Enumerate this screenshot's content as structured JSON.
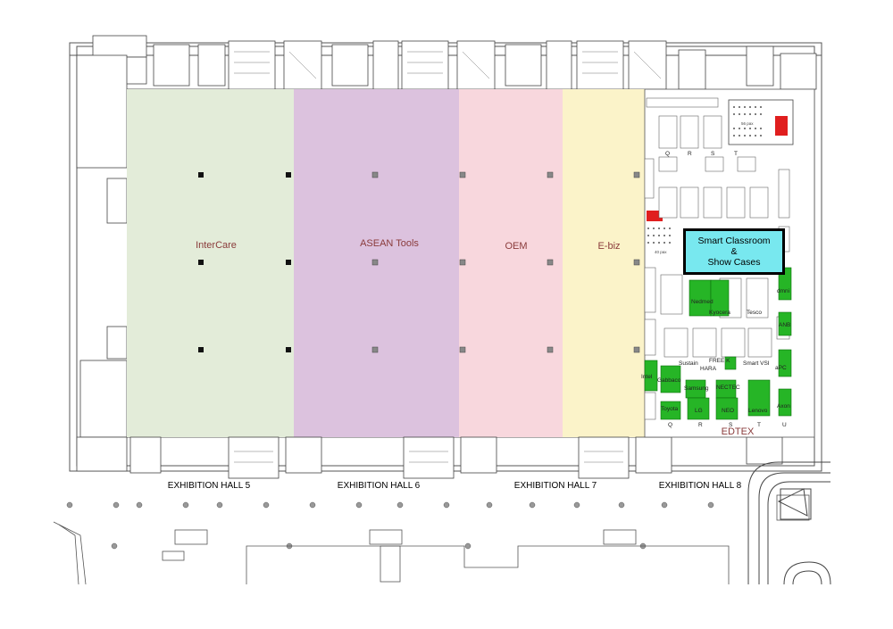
{
  "halls": [
    {
      "label": "EXHIBITION HALL 5"
    },
    {
      "label": "EXHIBITION HALL 6"
    },
    {
      "label": "EXHIBITION HALL 7"
    },
    {
      "label": "EXHIBITION HALL 8"
    }
  ],
  "zones": [
    {
      "label": "InterCare",
      "color": "#e3ecd9"
    },
    {
      "label": "ASEAN Tools",
      "color": "#dcc2de"
    },
    {
      "label": "OEM",
      "color": "#f8d7dd"
    },
    {
      "label": "E-biz",
      "color": "#fbf3c9"
    }
  ],
  "feature": {
    "line1": "Smart Classroom",
    "line2": "&",
    "line3": "Show Cases",
    "color": "#78e8ef"
  },
  "edtex_label": "EDTEX",
  "seat_label": "56 pax",
  "seat_label_small": "40 pax",
  "row_letters": [
    "Q",
    "R",
    "S",
    "T",
    "U"
  ],
  "booths": [
    "Nedmed",
    "Kyocera",
    "Tesco",
    "Intel",
    "Gabbaco",
    "Sustain",
    "FREE K",
    "HARA",
    "Smart VSI",
    "Samsung",
    "NECTEC",
    "Toyota",
    "LG",
    "NEO",
    "Lenovo",
    "Axon",
    "ANB",
    "aPC",
    "dmni"
  ],
  "colors": {
    "booth_green": "#26b526",
    "highlight_red": "#e01e1e",
    "wall": "#555555",
    "hall8_row_label": "#8a3b3b"
  }
}
